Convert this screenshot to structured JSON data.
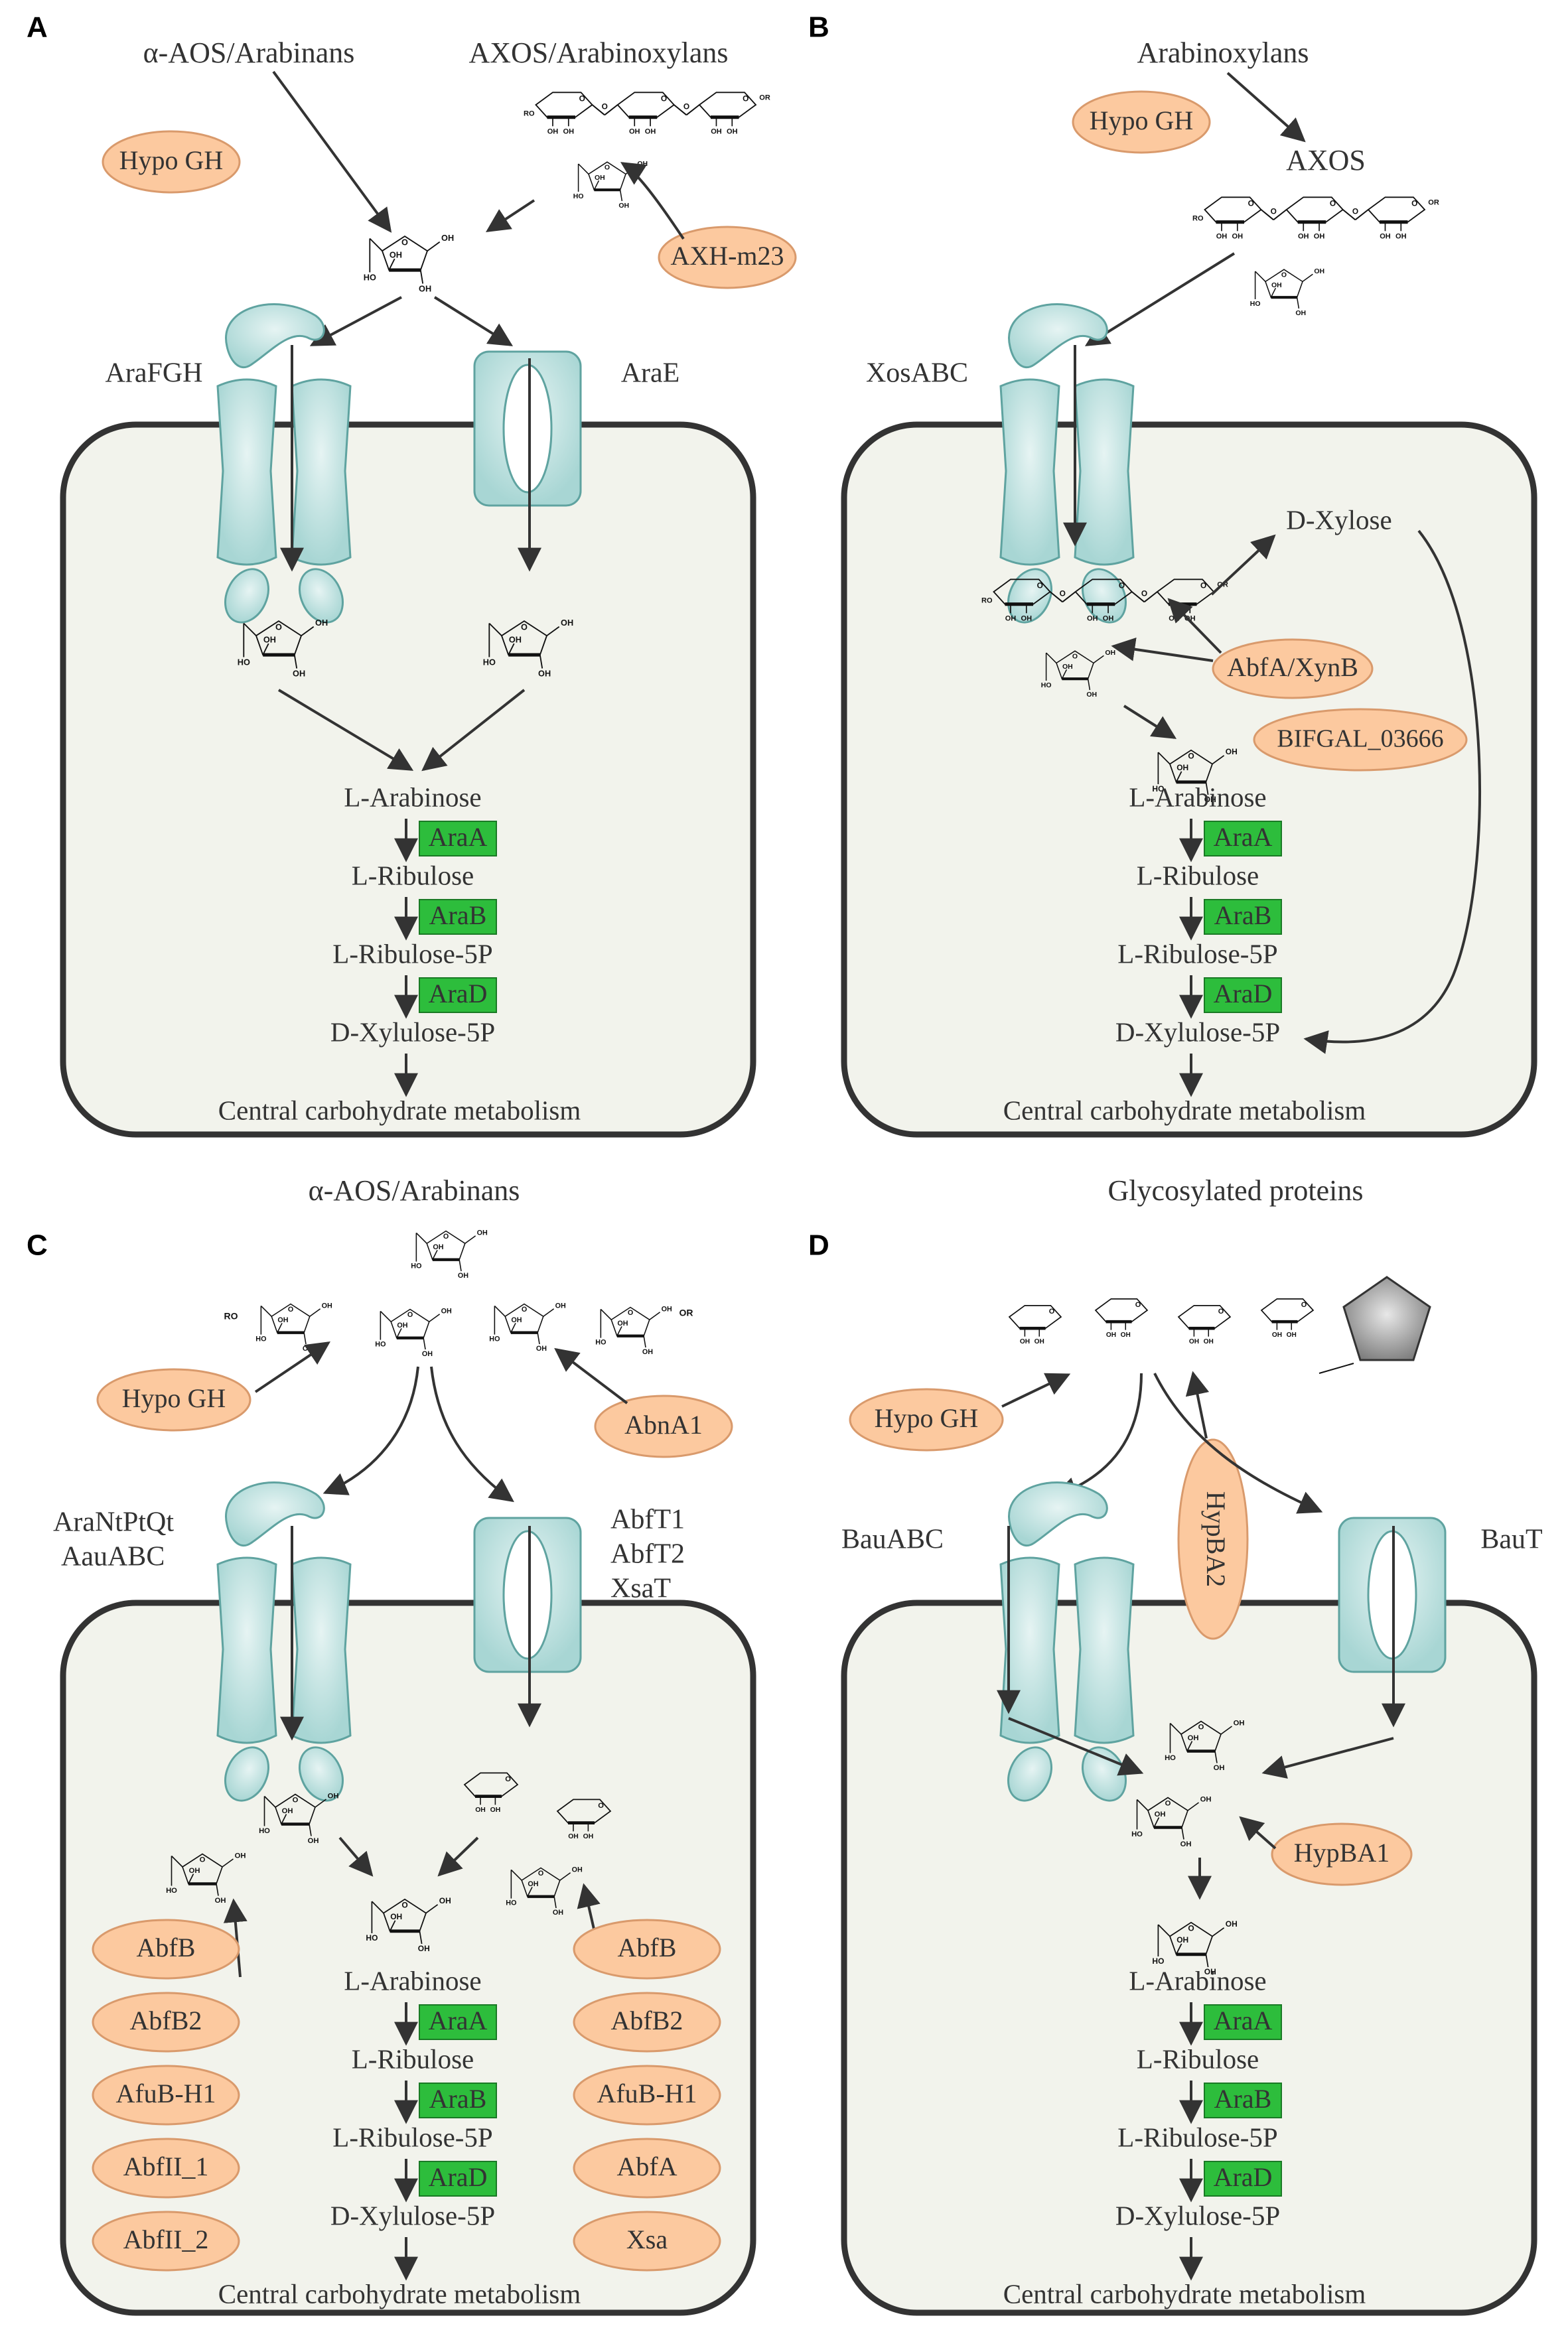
{
  "colors": {
    "cell_fill": "#f2f3ec",
    "cell_stroke": "#333333",
    "transporter_fill": "#a8d6d4",
    "transporter_stroke": "#5fa3a0",
    "enzyme_fill": "#fcc99f",
    "enzyme_stroke": "#d99a6c",
    "pathway_enzyme_fill": "#2dbd3c",
    "text": "#333333",
    "sugar_stroke": "#111111",
    "glycan_grey": "#8a8a8a"
  },
  "panels": [
    {
      "letter": "A",
      "substrates": [
        "α-AOS/Arabinans",
        "AXOS/Arabinoxylans"
      ],
      "transporters": [
        "AraFGH",
        "AraE"
      ],
      "enzymes": [
        "Hypo GH",
        "AXH-m23"
      ],
      "pathway": {
        "metabolites": [
          "L-Arabinose",
          "L-Ribulose",
          "L-Ribulose-5P",
          "D-Xylulose-5P"
        ],
        "enzymes": [
          "AraA",
          "AraB",
          "AraD"
        ],
        "end": "Central carbohydrate metabolism"
      }
    },
    {
      "letter": "B",
      "substrates": [
        "Arabinoxylans",
        "AXOS",
        "D-Xylose"
      ],
      "transporters": [
        "XosABC"
      ],
      "enzymes": [
        "Hypo GH",
        "AbfA/XynB",
        "BIFGAL_03666"
      ],
      "pathway": {
        "metabolites": [
          "L-Arabinose",
          "L-Ribulose",
          "L-Ribulose-5P",
          "D-Xylulose-5P"
        ],
        "enzymes": [
          "AraA",
          "AraB",
          "AraD"
        ],
        "end": "Central carbohydrate metabolism"
      }
    },
    {
      "letter": "C",
      "substrates": [
        "α-AOS/Arabinans"
      ],
      "transporters": [
        "AraNtPtQt",
        "AauABC",
        "AbfT1",
        "AbfT2",
        "XsaT"
      ],
      "enzymes": [
        "Hypo GH",
        "AbnA1"
      ],
      "left_enzymes": [
        "AbfB",
        "AbfB2",
        "AfuB-H1",
        "AbfII_1",
        "AbfII_2"
      ],
      "right_enzymes": [
        "AbfB",
        "AbfB2",
        "AfuB-H1",
        "AbfA",
        "Xsa"
      ],
      "pathway": {
        "metabolites": [
          "L-Arabinose",
          "L-Ribulose",
          "L-Ribulose-5P",
          "D-Xylulose-5P"
        ],
        "enzymes": [
          "AraA",
          "AraB",
          "AraD"
        ],
        "end": "Central carbohydrate metabolism"
      }
    },
    {
      "letter": "D",
      "substrates": [
        "Glycosylated proteins"
      ],
      "transporters": [
        "BauABC",
        "BauT"
      ],
      "enzymes": [
        "Hypo GH",
        "HypBA2",
        "HypBA1"
      ],
      "pathway": {
        "metabolites": [
          "L-Arabinose",
          "L-Ribulose",
          "L-Ribulose-5P",
          "D-Xylulose-5P"
        ],
        "enzymes": [
          "AraA",
          "AraB",
          "AraD"
        ],
        "end": "Central carbohydrate metabolism"
      }
    }
  ],
  "sugar_labels": {
    "oh": "OH",
    "ho": "HO",
    "o": "O",
    "ro": "RO",
    "or": "OR"
  }
}
